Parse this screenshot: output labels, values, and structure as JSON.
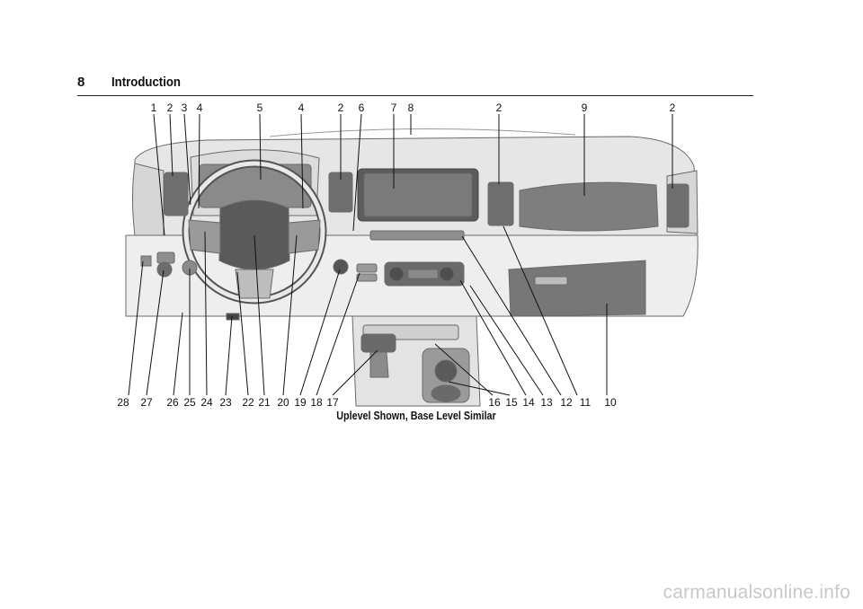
{
  "header": {
    "page_number": "8",
    "section_title": "Introduction"
  },
  "figure": {
    "callouts_top": [
      "1",
      "2",
      "3",
      "4",
      "5",
      "4",
      "2",
      "6",
      "7",
      "8",
      "2",
      "9",
      "2"
    ],
    "callouts_bottom": [
      "28",
      "27",
      "26",
      "25",
      "24",
      "23",
      "22",
      "21",
      "20",
      "19",
      "18",
      "17",
      "16",
      "15",
      "14",
      "13",
      "12",
      "11",
      "10"
    ],
    "caption": "Uplevel Shown, Base Level Similar"
  },
  "watermark": "carmanualsonline.info"
}
